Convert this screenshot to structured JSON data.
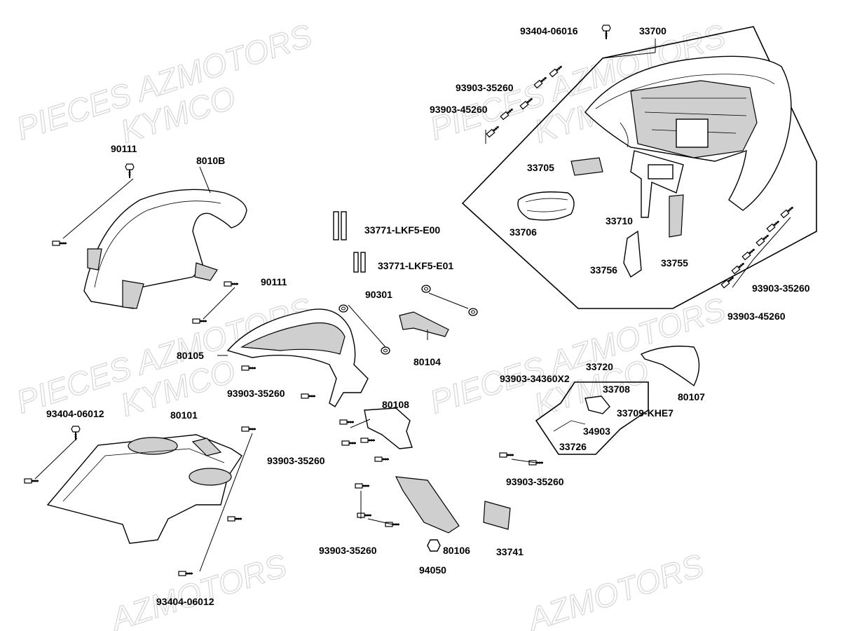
{
  "watermarks": [
    {
      "line1": "PIECES AZMOTORS",
      "line2": "KYMCO"
    },
    {
      "line1": "PIECES AZMOTORS",
      "line2": "KYMCO"
    },
    {
      "line1": "PIECES AZMOTORS",
      "line2": "KYMCO"
    },
    {
      "line1": "PIECES AZMOTORS",
      "line2": "KYMCO"
    },
    {
      "line1": "AZMOTORS"
    },
    {
      "line1": "AZMOTORS"
    }
  ],
  "labels": {
    "p93404_06016": "93404-06016",
    "p33700": "33700",
    "p93903_35260_a": "93903-35260",
    "p93903_45260_a": "93903-45260",
    "p33705": "33705",
    "p33706": "33706",
    "p33710": "33710",
    "p33756": "33756",
    "p33755": "33755",
    "p93903_35260_b": "93903-35260",
    "p93903_45260_b": "93903-45260",
    "p90111_a": "90111",
    "p8010B": "8010B",
    "p90111_b": "90111",
    "p33771_e00": "33771-LKF5-E00",
    "p33771_e01": "33771-LKF5-E01",
    "p90301": "90301",
    "p80104": "80104",
    "p80105": "80105",
    "p93903_35260_c": "93903-35260",
    "p33720": "33720",
    "p93903_34360": "93903-34360X2",
    "p33708": "33708",
    "p33709": "33709-KHE7",
    "p34903": "34903",
    "p33726": "33726",
    "p80107": "80107",
    "p93404_06012_a": "93404-06012",
    "p80101": "80101",
    "p80108": "80108",
    "p93903_35260_d": "93903-35260",
    "p93903_35260_e": "93903-35260",
    "p93903_35260_f": "93903-35260",
    "p80106": "80106",
    "p94050": "94050",
    "p33741": "33741",
    "p93404_06012_b": "93404-06012"
  }
}
